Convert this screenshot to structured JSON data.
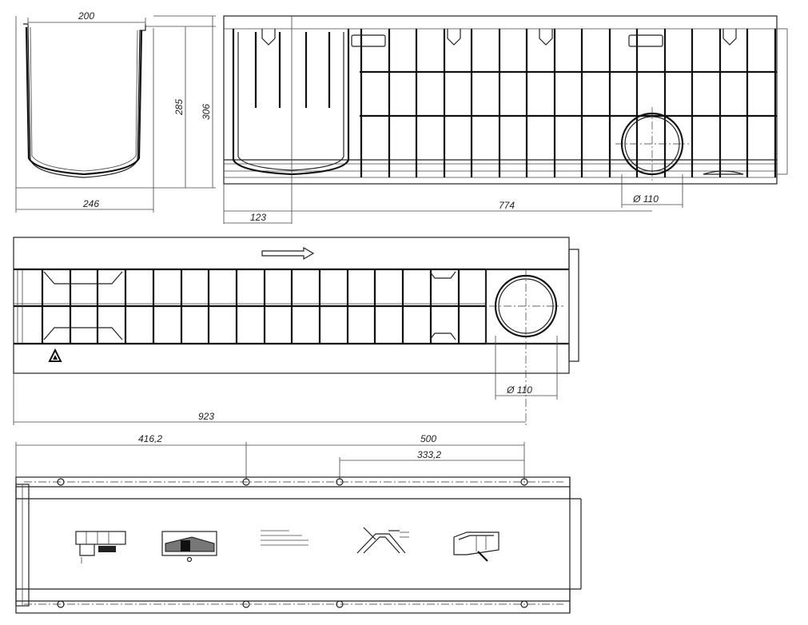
{
  "views": {
    "end_view": {
      "dims": {
        "top_width": "200",
        "inner_height": "285",
        "total_height": "306",
        "bottom_width": "246"
      }
    },
    "side_view": {
      "dims": {
        "length": "774",
        "outlet_offset": "123",
        "outlet_diameter": "Ø 110"
      }
    },
    "top_view": {
      "flow_arrow": "arrow-right-icon",
      "dims": {
        "outlet_diameter": "Ø 110",
        "length": "923"
      }
    },
    "bottom_view": {
      "dims": {
        "spacing_a": "416,2",
        "spacing_b": "500",
        "spacing_c": "333,2"
      }
    }
  }
}
